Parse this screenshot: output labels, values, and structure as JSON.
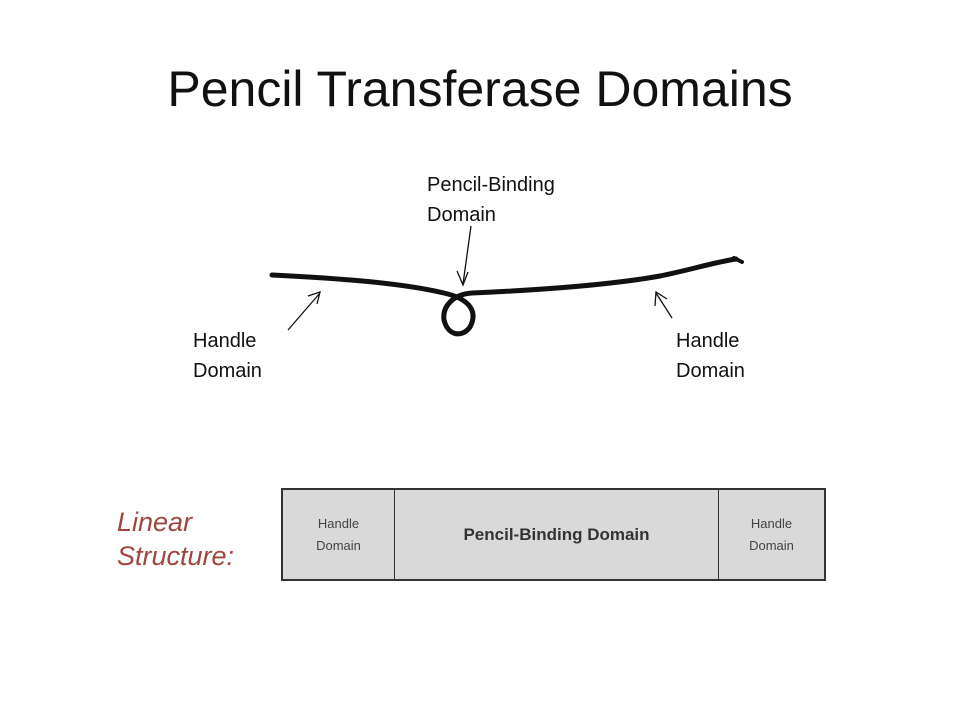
{
  "title": "Pencil Transferase Domains",
  "sketch_labels": {
    "pencil_binding": [
      "Pencil-Binding",
      "Domain"
    ],
    "handle_left": [
      "Handle",
      "Domain"
    ],
    "handle_right": [
      "Handle",
      "Domain"
    ]
  },
  "linear_structure": {
    "label": [
      "Linear",
      "Structure:"
    ],
    "segments": {
      "left": [
        "Handle",
        "Domain"
      ],
      "middle": "Pencil-Binding Domain",
      "right": [
        "Handle",
        "Domain"
      ]
    }
  },
  "colors": {
    "title": "#111111",
    "linear_label": "#a0463f",
    "bar_fill": "#d9d9d9",
    "bar_border": "#333333"
  }
}
